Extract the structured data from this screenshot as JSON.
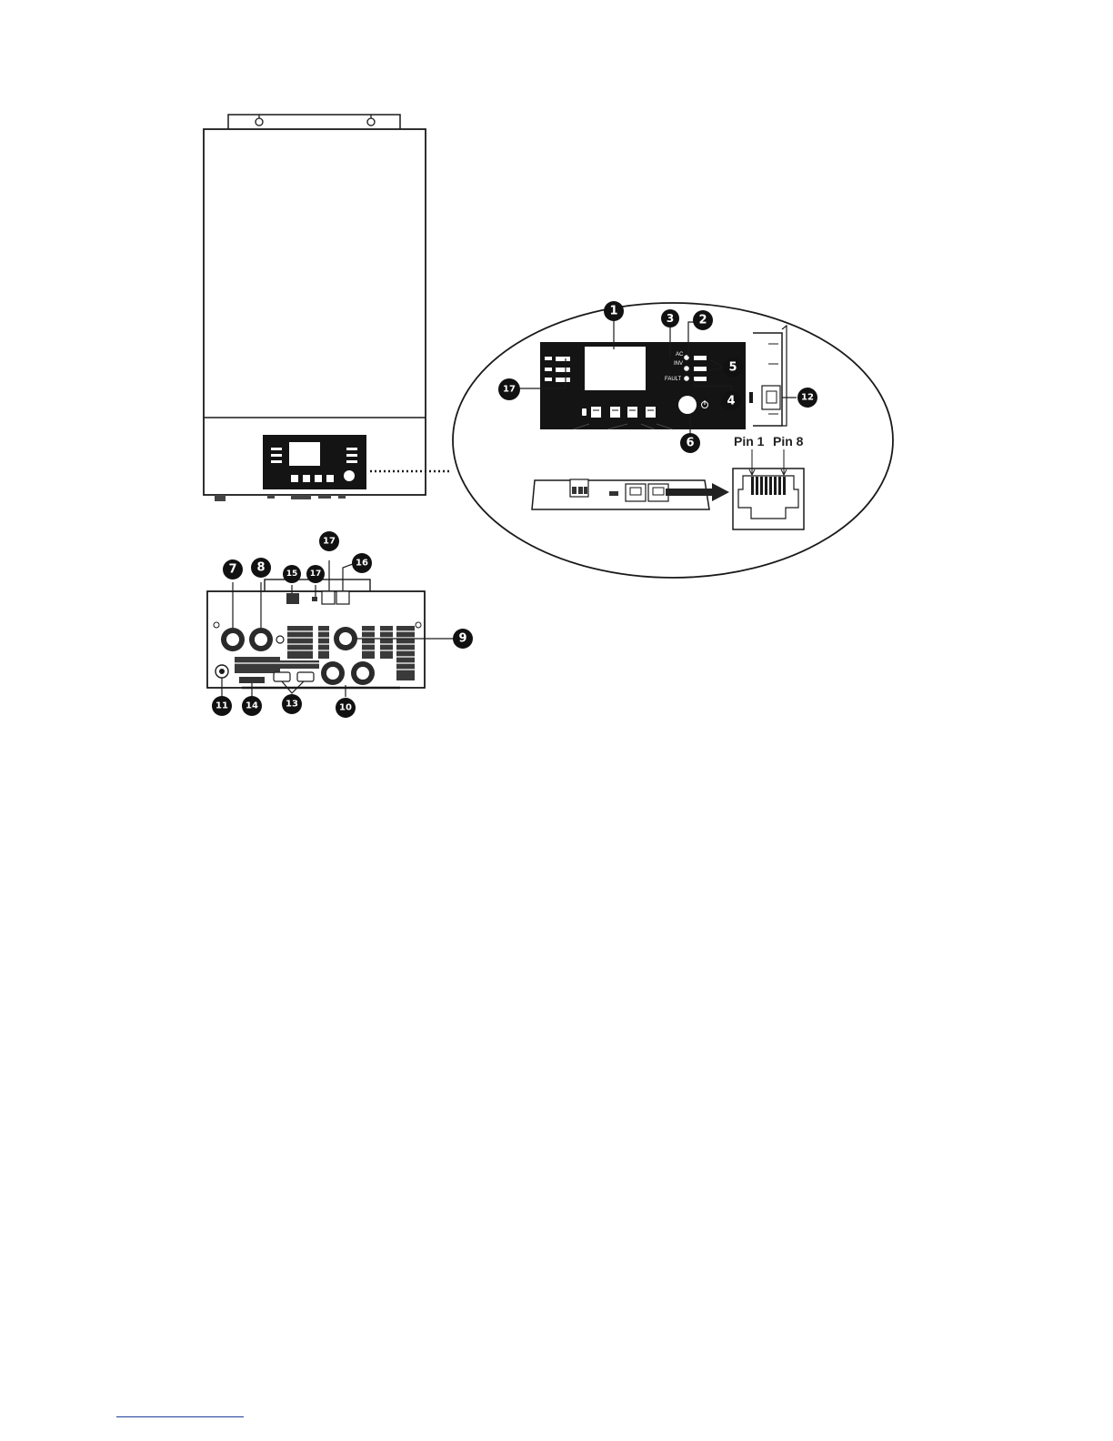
{
  "figure": {
    "callouts": [
      {
        "id": "1",
        "label": "1"
      },
      {
        "id": "2",
        "label": "2"
      },
      {
        "id": "3",
        "label": "3"
      },
      {
        "id": "4",
        "label": "4"
      },
      {
        "id": "5",
        "label": "5"
      },
      {
        "id": "6",
        "label": "6"
      },
      {
        "id": "7",
        "label": "7"
      },
      {
        "id": "8",
        "label": "8"
      },
      {
        "id": "9",
        "label": "9"
      },
      {
        "id": "10",
        "label": "10"
      },
      {
        "id": "11",
        "label": "11"
      },
      {
        "id": "12",
        "label": "12"
      },
      {
        "id": "13",
        "label": "13"
      },
      {
        "id": "14",
        "label": "14"
      },
      {
        "id": "15",
        "label": "15"
      },
      {
        "id": "16",
        "label": "16"
      },
      {
        "id": "17a",
        "label": "17"
      },
      {
        "id": "17b",
        "label": "17"
      },
      {
        "id": "17c",
        "label": "17"
      }
    ],
    "pin_labels": {
      "pin1": "Pin 1",
      "pin8": "Pin 8"
    },
    "panel_text": {
      "ac": "AC",
      "inv": "INV",
      "fault": "FAULT"
    },
    "colors": {
      "ink": "#1a1a1a",
      "panel": "#141414",
      "callout": "#111111",
      "footer_link": "#1a3e9a"
    }
  }
}
